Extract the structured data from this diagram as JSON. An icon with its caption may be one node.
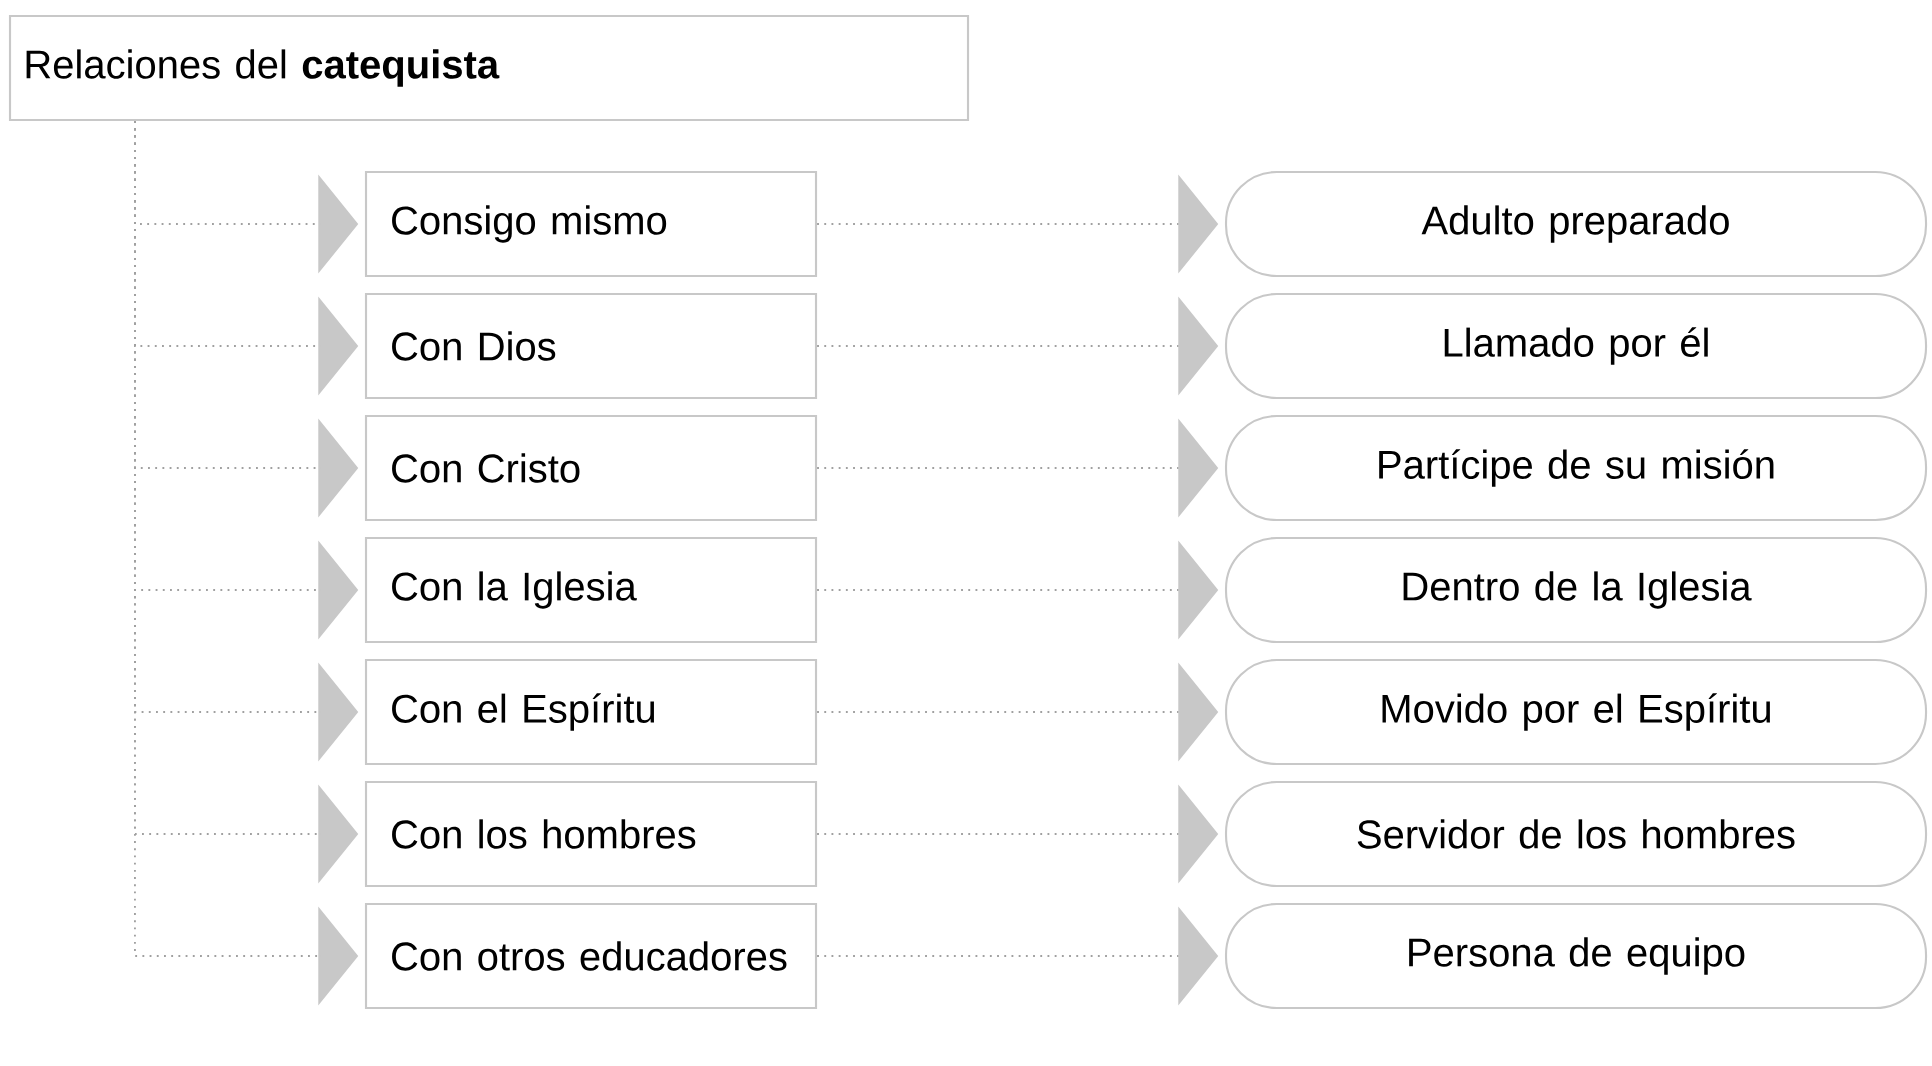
{
  "diagram": {
    "nodes": [
      {
        "text": [
          "Relaciones del **catequista**"
        ]
      },
      {
        "text": [
          "Consigo mismo"
        ]
      },
      {
        "text": [
          "Adulto preparado"
        ]
      },
      {
        "text": [
          "Con Dios"
        ]
      },
      {
        "text": [
          "Llamado por él"
        ]
      },
      {
        "text": [
          "Con Cristo"
        ]
      },
      {
        "text": [
          "Partícipe de su misión"
        ]
      },
      {
        "text": [
          "Con la Iglesia"
        ]
      },
      {
        "text": [
          "Dentro de la Iglesia"
        ]
      },
      {
        "text": [
          "Con el Espíritu"
        ]
      },
      {
        "text": [
          "Movido por el Espíritu"
        ]
      },
      {
        "text": [
          "Con los hombres"
        ]
      },
      {
        "text": [
          "Servidor de los hombres"
        ]
      },
      {
        "text": [
          "Con otros educadores"
        ]
      },
      {
        "text": [
          "Persona de equipo"
        ]
      }
    ],
    "edges": [
      {
        "from": 0,
        "to": 1,
        "arrow": "to"
      },
      {
        "from": 0,
        "to": 3,
        "arrow": "to"
      },
      {
        "from": 0,
        "to": 5,
        "arrow": "to"
      },
      {
        "from": 0,
        "to": 7,
        "arrow": "to"
      },
      {
        "from": 0,
        "to": 9,
        "arrow": "to"
      },
      {
        "from": 0,
        "to": 11,
        "arrow": "to"
      },
      {
        "from": 0,
        "to": 13,
        "arrow": "to"
      },
      {
        "from": 1,
        "to": 2,
        "arrow": "to"
      },
      {
        "from": 3,
        "to": 4,
        "arrow": "to"
      },
      {
        "from": 5,
        "to": 6,
        "arrow": "to"
      },
      {
        "from": 7,
        "to": 8,
        "arrow": "to"
      },
      {
        "from": 9,
        "to": 10,
        "arrow": "to"
      },
      {
        "from": 11,
        "to": 12,
        "arrow": "to"
      },
      {
        "from": 13,
        "to": 14,
        "arrow": "to"
      }
    ]
  }
}
